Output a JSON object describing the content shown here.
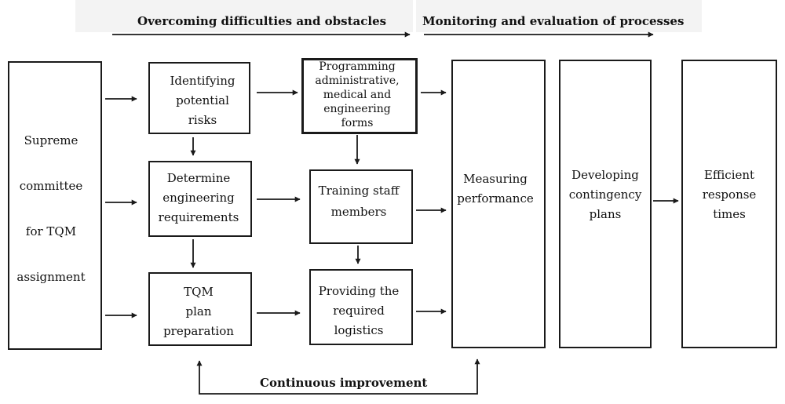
{
  "header": {
    "left": "Overcoming difficulties and obstacles",
    "right": "Monitoring and evaluation of processes"
  },
  "boxes": {
    "supreme": [
      "Supreme",
      "committee",
      "for TQM",
      "assignment"
    ],
    "identifying": [
      "Identifying",
      "potential",
      "risks"
    ],
    "determine": [
      "Determine",
      "engineering",
      "requirements"
    ],
    "tqm_plan": [
      "TQM",
      "plan",
      "preparation"
    ],
    "programming": [
      "Programming",
      "administrative,",
      "medical and",
      "engineering",
      "forms"
    ],
    "training": [
      "Training staff",
      "members"
    ],
    "logistics": [
      "Providing the",
      "required",
      "logistics"
    ],
    "measuring": [
      "Measuring",
      "performance"
    ],
    "contingency": [
      "Developing",
      "contingency",
      "plans"
    ],
    "response": [
      "Efficient",
      "response",
      "times"
    ]
  },
  "footer": {
    "label": "Continuous improvement"
  }
}
